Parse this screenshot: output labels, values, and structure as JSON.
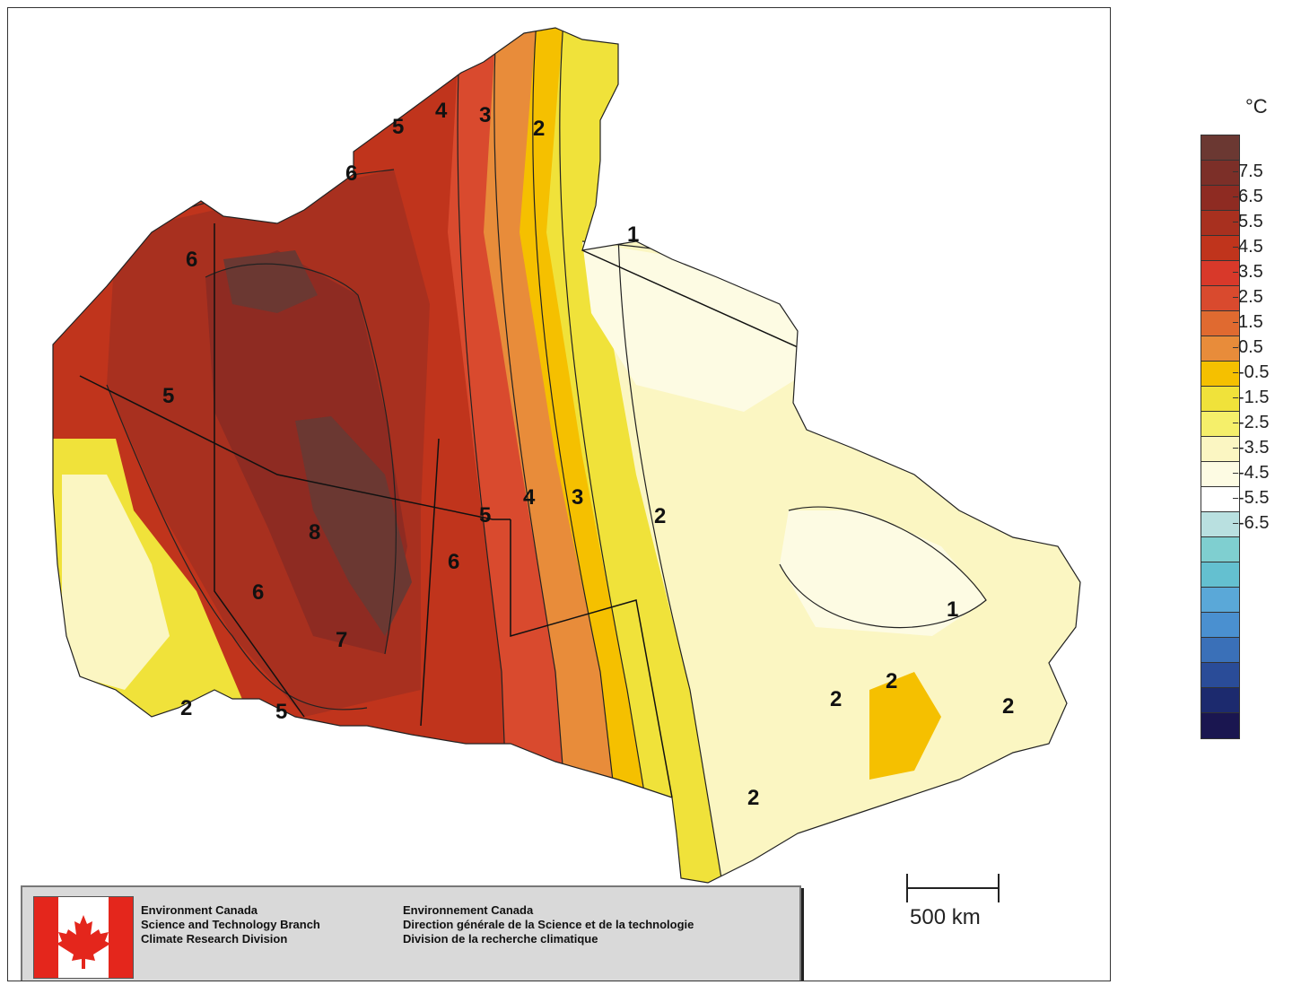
{
  "map": {
    "unit": "°C",
    "palette": [
      "#6b3832",
      "#7c2f28",
      "#8e2b22",
      "#a8301f",
      "#c0341c",
      "#d8392a",
      "#d94a2e",
      "#e06a30",
      "#e88c3a",
      "#f5c000",
      "#f0e23a",
      "#f5ef6a",
      "#fbf6c2",
      "#fdfbe3",
      "#ffffff",
      "#b9e0e0",
      "#7fcfd0",
      "#64c0d0",
      "#5aa8d8",
      "#4a90d0",
      "#3a70b8",
      "#2a4c98",
      "#1c2a6e",
      "#1a1650"
    ],
    "legend_ticks": [
      "7.5",
      "6.5",
      "5.5",
      "4.5",
      "3.5",
      "2.5",
      "1.5",
      "0.5",
      "-0.5",
      "-1.5",
      "-2.5",
      "-3.5",
      "-4.5",
      "-5.5",
      "-6.5"
    ],
    "contour_labels": [
      "6",
      "6",
      "5",
      "4",
      "3",
      "2",
      "1",
      "5",
      "8",
      "6",
      "6",
      "5",
      "4",
      "3",
      "2",
      "7",
      "2",
      "5",
      "2",
      "2",
      "2",
      "2",
      "1"
    ],
    "scale_bar_label": "500 km"
  },
  "credits": {
    "english": [
      "Environment Canada",
      "Science and Technology Branch",
      "Climate Research Division"
    ],
    "french": [
      "Environnement Canada",
      "Direction générale de la Science et de la technologie",
      "Division de la recherche climatique"
    ]
  }
}
